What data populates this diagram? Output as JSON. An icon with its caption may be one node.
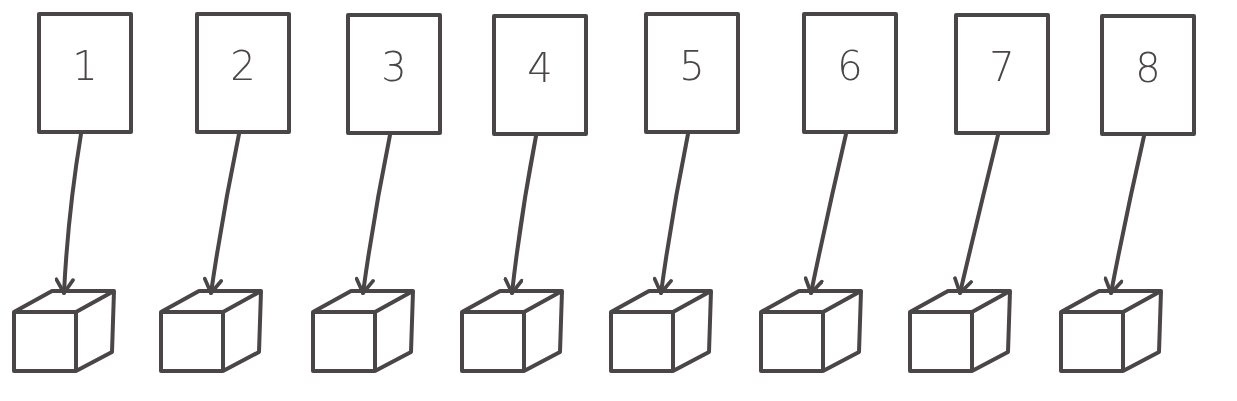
{
  "diagram": {
    "nodes": [
      {
        "text": [
          "1"
        ]
      },
      {
        "text": [
          "2"
        ]
      },
      {
        "text": [
          "3"
        ]
      },
      {
        "text": [
          "4"
        ]
      },
      {
        "text": [
          "5"
        ]
      },
      {
        "text": [
          "6"
        ]
      },
      {
        "text": [
          "7"
        ]
      },
      {
        "text": [
          "8"
        ]
      },
      {
        "text": [],
        "shape": "cube"
      },
      {
        "text": [],
        "shape": "cube"
      },
      {
        "text": [],
        "shape": "cube"
      },
      {
        "text": [],
        "shape": "cube"
      },
      {
        "text": [],
        "shape": "cube"
      },
      {
        "text": [],
        "shape": "cube"
      },
      {
        "text": [],
        "shape": "cube"
      },
      {
        "text": [],
        "shape": "cube"
      }
    ],
    "edges": [
      {
        "from": 0,
        "to": 8,
        "arrow": "to"
      },
      {
        "from": 1,
        "to": 9,
        "arrow": "to"
      },
      {
        "from": 2,
        "to": 10,
        "arrow": "to"
      },
      {
        "from": 3,
        "to": 11,
        "arrow": "to"
      },
      {
        "from": 4,
        "to": 12,
        "arrow": "to"
      },
      {
        "from": 5,
        "to": 13,
        "arrow": "to"
      },
      {
        "from": 6,
        "to": 14,
        "arrow": "to"
      },
      {
        "from": 7,
        "to": 15,
        "arrow": "to"
      }
    ]
  }
}
